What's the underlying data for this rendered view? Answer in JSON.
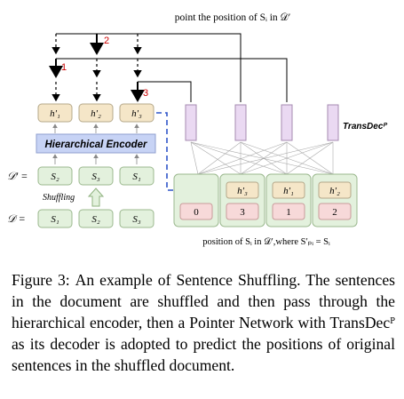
{
  "top_label": "point the position of Sᵢ in 𝒟′",
  "step_numbers": [
    "1",
    "2",
    "3"
  ],
  "encoder_label": "Hierarchical Encoder",
  "hidden_labels": [
    "h′₁",
    "h′₂",
    "h′₃"
  ],
  "d_prime_label": "𝒟′ =",
  "d_label": "𝒟 =",
  "shuffled_sentences": [
    "S₂",
    "S₃",
    "S₁"
  ],
  "original_sentences": [
    "S₁",
    "S₂",
    "S₃"
  ],
  "shuffling_label": "Shuffling",
  "decoder_label": "TransDecᴾ",
  "decoder_hidden": [
    "h′₃",
    "h′₁",
    "h′₂"
  ],
  "positions": [
    "0",
    "3",
    "1",
    "2"
  ],
  "bottom_label": "position of  Sᵢ  in  𝒟′,where  S′ₚᵢ = Sᵢ",
  "caption": {
    "figure": "Figure 3:",
    "text": "An example of Sentence Shuffling. The sentences in the document are shuffled and then pass through the hierarchical encoder, then a Pointer Network with TransDecᴾ as its decoder is adopted to predict the positions of original sentences in the shuffled document."
  },
  "colors": {
    "hidden_fill": "#f5e6c8",
    "encoder_fill": "#c7d3f5",
    "sentence_fill": "#e3f1dd",
    "decoder_column": "#ead9f2",
    "position_fill": "#f7d9d9",
    "arrow_red": "#cc0000",
    "dashed_blue": "#2f55c9"
  }
}
